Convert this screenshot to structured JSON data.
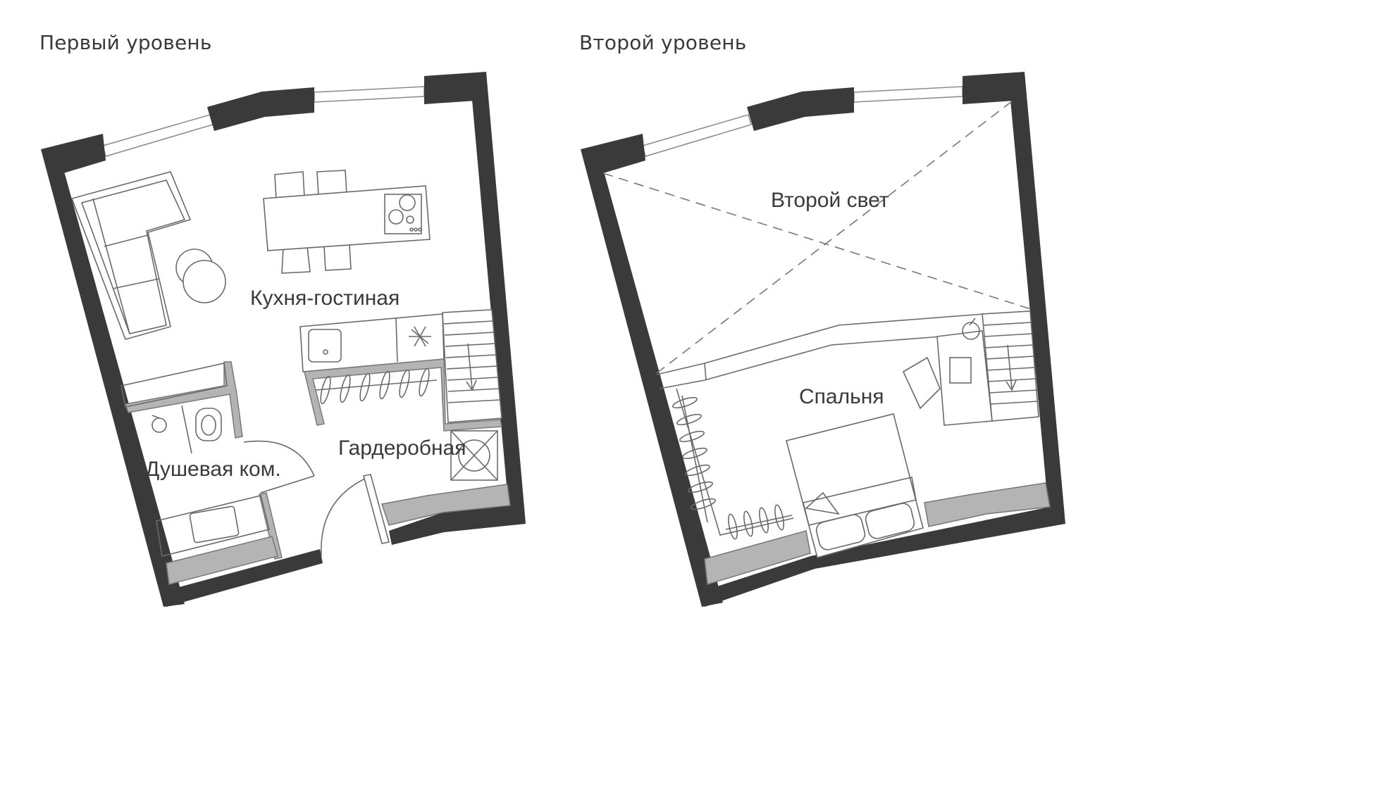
{
  "level_1": {
    "title": "Первый уровень",
    "rooms": {
      "kitchen_living": "Кухня-гостиная",
      "shower_room": "Душевая ком.",
      "wardrobe": "Гардеробная"
    }
  },
  "level_2": {
    "title": "Второй уровень",
    "rooms": {
      "double_height": "Второй свет",
      "bedroom": "Спальня"
    }
  },
  "colors": {
    "wall": "#3a3a3a",
    "partition": "#b4b4b4",
    "line": "#6a6a6a",
    "text": "#3a3a3a"
  }
}
